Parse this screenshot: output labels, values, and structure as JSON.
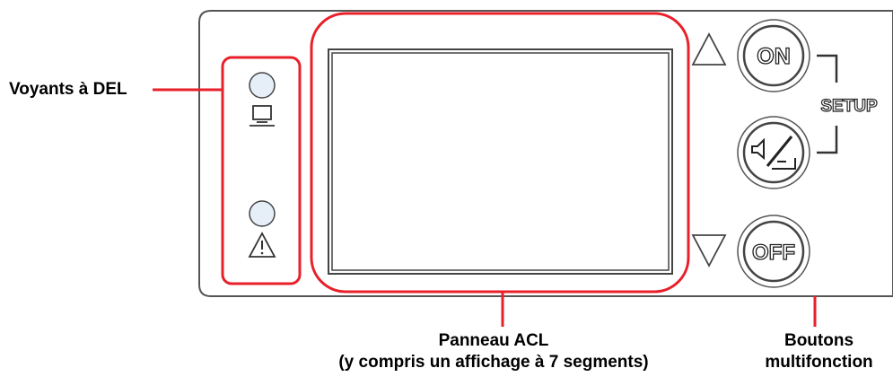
{
  "labels": {
    "leds": "Voyants à DEL",
    "lcd_line1": "Panneau ACL",
    "lcd_line2": "(y compris un affichage à 7 segments)",
    "buttons_line1": "Boutons",
    "buttons_line2": "multifonction"
  },
  "buttons": {
    "on": "ON",
    "off": "OFF",
    "setup": "SETUP"
  },
  "icons": {
    "led_top": "computer-icon",
    "led_bottom": "warning-icon",
    "up": "triangle-up-icon",
    "down": "triangle-down-icon",
    "mute": "mute-test-icon"
  },
  "colors": {
    "highlight": "#e8202a",
    "panel_stroke": "#555555",
    "panel_fill": "#ffffff",
    "led_fill": "#e6eef8"
  }
}
